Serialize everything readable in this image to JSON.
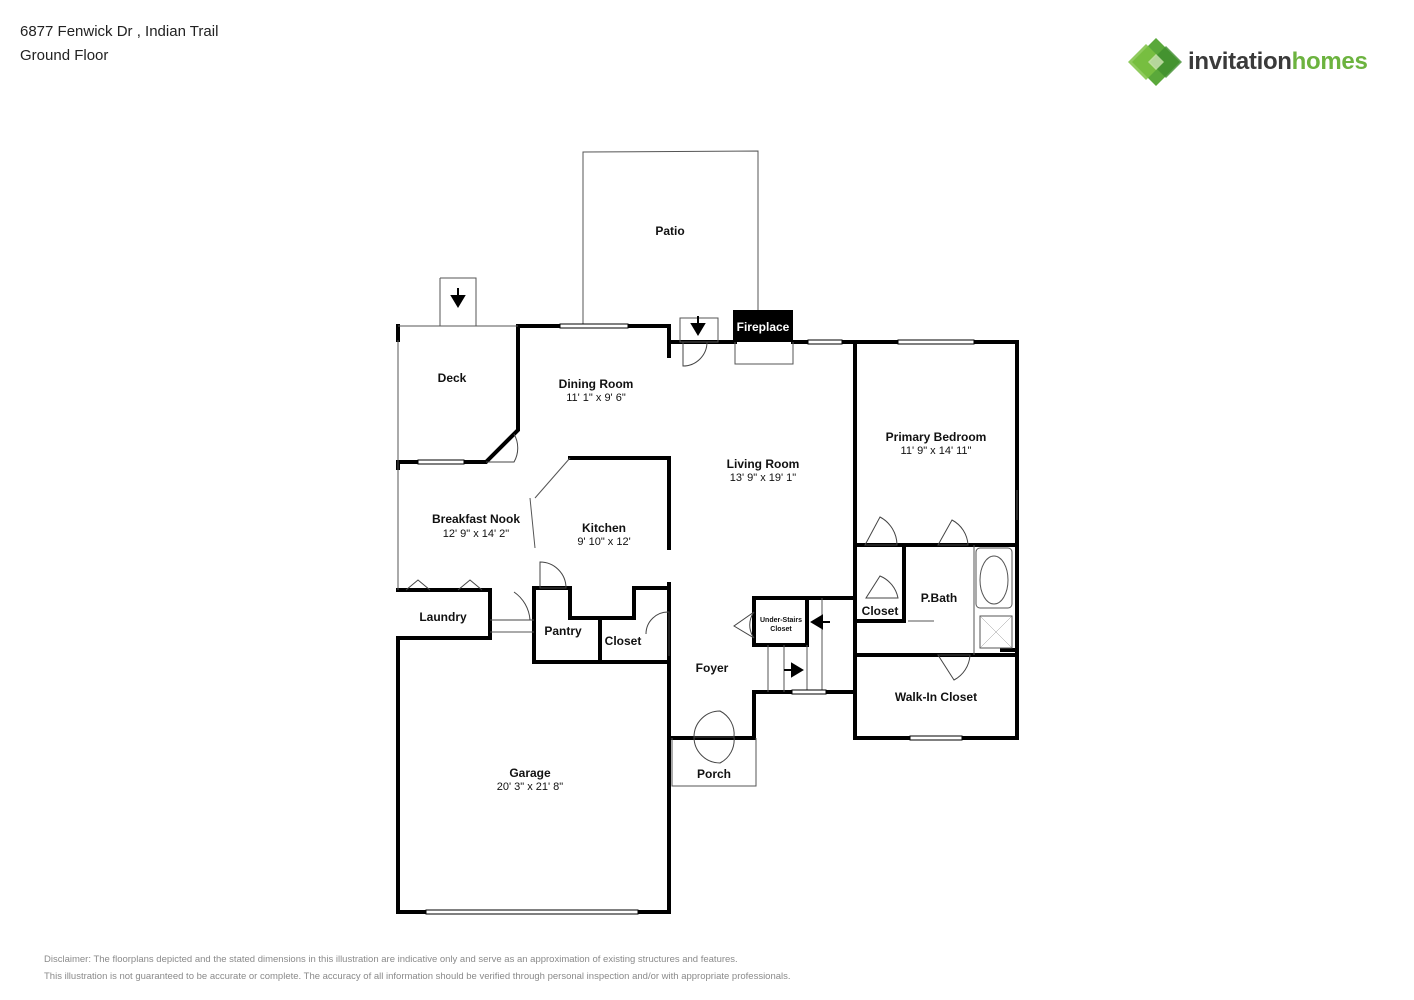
{
  "header": {
    "address": "6877 Fenwick Dr , Indian Trail",
    "floor": "Ground Floor"
  },
  "logo": {
    "part1": "invitation",
    "part2": "homes",
    "icon": "diamond-logo-icon",
    "colors": {
      "dark": "#3a3a3a",
      "green": "#6cb33f"
    }
  },
  "rooms": {
    "patio": {
      "name": "Patio"
    },
    "fireplace": {
      "name": "Fireplace"
    },
    "deck": {
      "name": "Deck"
    },
    "dining": {
      "name": "Dining Room",
      "dims": "11' 1\" x 9' 6\""
    },
    "living": {
      "name": "Living Room",
      "dims": "13' 9\" x 19' 1\""
    },
    "primary": {
      "name": "Primary Bedroom",
      "dims": "11' 9\" x 14' 11\""
    },
    "nook": {
      "name": "Breakfast Nook",
      "dims": "12' 9\" x 14' 2\""
    },
    "kitchen": {
      "name": "Kitchen",
      "dims": "9' 10\" x 12'"
    },
    "laundry": {
      "name": "Laundry"
    },
    "pantry": {
      "name": "Pantry"
    },
    "closet_kitchen": {
      "name": "Closet"
    },
    "under_stairs": {
      "line1": "Under-Stairs",
      "line2": "Closet"
    },
    "closet_bath": {
      "name": "Closet"
    },
    "pbath": {
      "name": "P.Bath"
    },
    "foyer": {
      "name": "Foyer"
    },
    "walkin": {
      "name": "Walk-In Closet"
    },
    "porch": {
      "name": "Porch"
    },
    "garage": {
      "name": "Garage",
      "dims": "20' 3\" x 21' 8\""
    }
  },
  "disclaimer": {
    "line1": "Disclaimer: The floorplans depicted and the stated dimensions in this illustration are indicative only and serve as an approximation of existing structures and features.",
    "line2": "This illustration is not guaranteed to be accurate or complete. The accuracy of all information should be verified through personal inspection and/or with appropriate professionals."
  }
}
